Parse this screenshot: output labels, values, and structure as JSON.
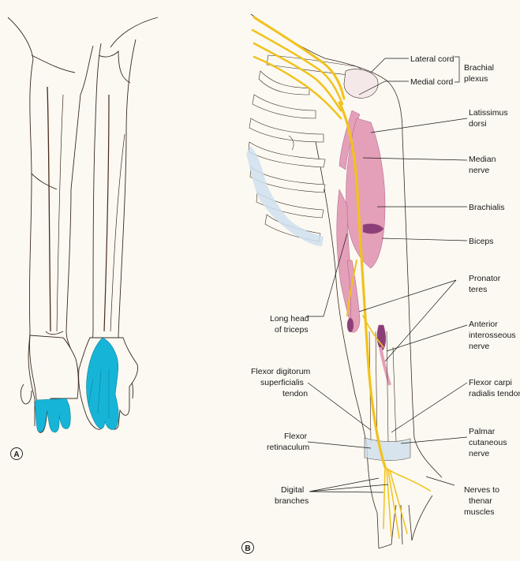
{
  "panels": {
    "a": "A",
    "b": "B"
  },
  "colors": {
    "background": "#fbf9f2",
    "sensory_area": "#16b5d8",
    "nerve": "#f1c21b",
    "muscle": "#e3a0b8",
    "muscle_dark": "#8b3f78",
    "bone": "#cfe0ee",
    "outline": "#3a2a20"
  },
  "labels": {
    "lateral_cord": "Lateral cord",
    "medial_cord": "Medial cord",
    "brachial_plexus": [
      "Brachial",
      "plexus"
    ],
    "latissimus_dorsi": [
      "Latissimus",
      "dorsi"
    ],
    "median_nerve": [
      "Median",
      "nerve"
    ],
    "brachialis": "Brachialis",
    "biceps": "Biceps",
    "pronator_teres": [
      "Pronator",
      "teres"
    ],
    "anterior_interosseous": [
      "Anterior",
      "interosseous",
      "nerve"
    ],
    "long_head_triceps": [
      "Long head",
      "of triceps"
    ],
    "fds_tendon": [
      "Flexor digitorum",
      "superficialis",
      "tendon"
    ],
    "fcr_tendon": [
      "Flexor carpi",
      "radialis tendon"
    ],
    "flexor_retinaculum": [
      "Flexor",
      "retinaculum"
    ],
    "palmar_cutaneous": [
      "Palmar",
      "cutaneous",
      "nerve"
    ],
    "digital_branches": [
      "Digital",
      "branches"
    ],
    "thenar_nerves": [
      "Nerves to",
      "thenar",
      "muscles"
    ]
  }
}
